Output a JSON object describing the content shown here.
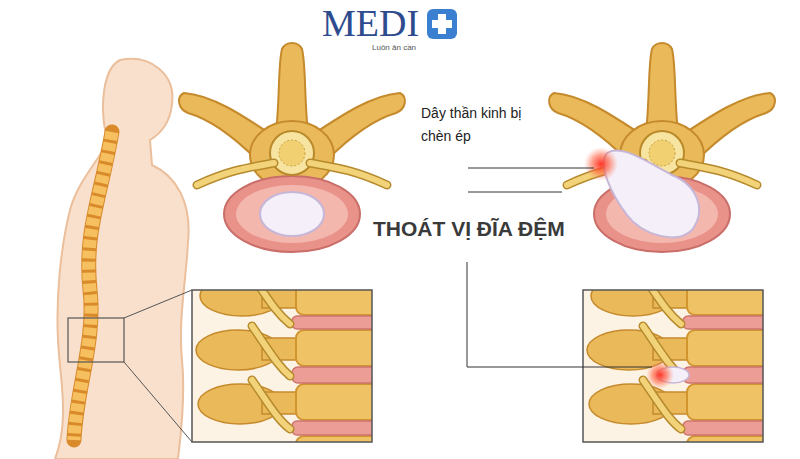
{
  "diagram": {
    "title": "THOÁT VỊ ĐĨA ĐỆM",
    "labels": [
      "MEDI",
      "Luôn ân cần",
      "Dây thần kinh bị chèn ép"
    ]
  }
}
